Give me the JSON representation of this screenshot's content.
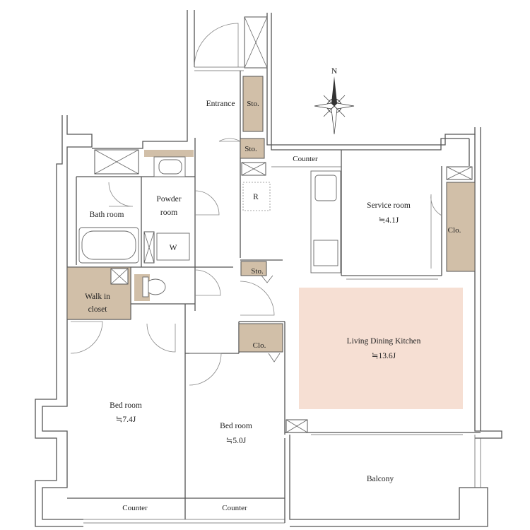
{
  "colors": {
    "storage_fill": "#d1bfa8",
    "ldk_fill": "#f6dfd3",
    "wall_stroke": "#555555"
  },
  "compass": {
    "north_label": "N"
  },
  "rooms": {
    "entrance": "Entrance",
    "sto_entrance": "Sto.",
    "sto_small": "Sto.",
    "sto_hall": "Sto.",
    "counter_kitchen": "Counter",
    "fridge": "R",
    "service_room": {
      "name": "Service room",
      "area": "≒4.1J"
    },
    "clo_service": "Clo.",
    "bath_room": "Bath room",
    "powder_room": {
      "line1": "Powder",
      "line2": "room"
    },
    "washer": "W",
    "walk_in_closet": {
      "line1": "Walk in",
      "line2": "closet"
    },
    "ldk": {
      "name": "Living Dining Kitchen",
      "area": "≒13.6J"
    },
    "clo_bed": "Clo.",
    "bed_room_1": {
      "name": "Bed room",
      "area": "≒7.4J"
    },
    "bed_room_2": {
      "name": "Bed room",
      "area": "≒5.0J"
    },
    "balcony": "Balcony",
    "counter_bed1": "Counter",
    "counter_bed2": "Counter"
  }
}
